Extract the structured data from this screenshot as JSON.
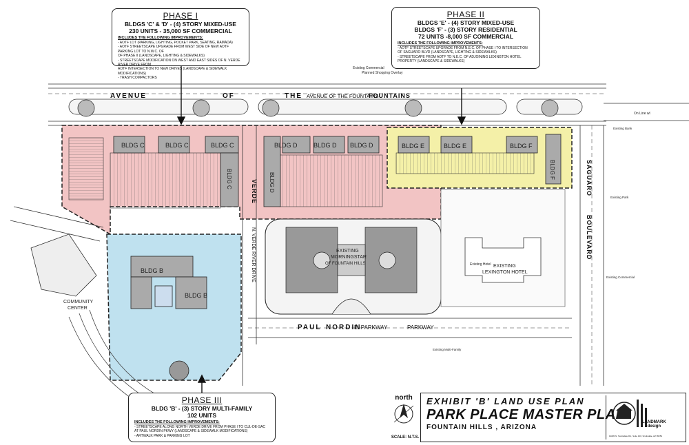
{
  "phase1": {
    "title": "PHASE I",
    "line1": "BLDGS 'C' & 'D' - (4) STORY MIXED-USE",
    "line2": "230 UNITS - 35,000 SF COMMERCIAL",
    "includes": "INCLUDES THE FOLLOWING IMPROVEMENTS:",
    "items": [
      "- AOTF LOT (PARKING, LIGHTING, POCKET PARK, SEATING, RAMADA)",
      "- AOTF STREETSCAPE UPGRADE FROM WEST SIDE OF NEW AOTF PARKING LOT TO N.W.C. OF",
      "   OF PHASE II (LANDSCAPE, LIGHTING & SIDEWALKS)",
      "- STREETSCAPE MODIFICATION ON WEST AND EAST SIDES OF N. VERDE RIVER DRIVE FROM",
      "   AOTF INTERSECTION TO NEW DRIVES (LANDSCAPE & SIDEWALK MODIFICATIONS)",
      "- TRASH COMPACTORS"
    ]
  },
  "phase2": {
    "title": "PHASE II",
    "line1": "BLDGS 'E' - (4) STORY MIXED-USE",
    "line2": "BLDGS 'F' - (3) STORY RESIDENTIAL",
    "line3": "72 UNITS -8,000 SF COMMERCIAL",
    "includes": "INCLUDES THE FOLLOWING IMPROVEMENTS:",
    "items": [
      "- AOTF STREETSCAPE UPGRADE FROM N.E.C. OF PHASE I TO INTERSECTION",
      "   OF SAGUARO BLVD (LANDSCAPE, LIGHTING & SIDEWALKS)",
      "- STREETSCAPE FROM AOTF TO N.E.C. OF ADJOINING LEXINGTON HOTEL",
      "   PROPERTY (LANDSCAPE & SIDEWALKS)"
    ]
  },
  "phase3": {
    "title": "PHASE III",
    "line1": "BLDG 'B' - (3) STORY MULTI-FAMILY",
    "line2": "102 UNITS",
    "includes": "INCLUDES THE FOLLOWING IMPROVEMENTS:",
    "items": [
      "- STREETSCAPE ALONG NORTH VERDE DRIVE FROM PHASE I TO CUL-DE-SAC",
      "   AT PAUL NORDIN PKWY (LANDSCAPE & SIDEWALK MODIFICATIONS)",
      "- ARTWALK PARK & PARKING LOT"
    ]
  },
  "streets": {
    "avenue": "AVENUE",
    "of": "OF",
    "the": "THE",
    "aotf": "AVENUE OF THE FOUNTAINS",
    "fountains": "FOUNTAINS",
    "paul": "PAUL",
    "nordin": "NORDIN",
    "parkway": "E. PARKWAY",
    "parkway2": "PARKWAY",
    "verde": "VERDE",
    "verde_drive": "N. VERDE RIVER DRIVE",
    "saguaro": "SAGUARO",
    "boulevard": "BOULEVARD"
  },
  "buildings": {
    "c": "BLDG C",
    "d": "BLDG D",
    "e": "BLDG E",
    "f": "BLDG F",
    "b": "BLDG B"
  },
  "labels": {
    "existing": "EXISTING",
    "morningstar": "MORNINGSTAR",
    "fountain_hills": "OF FOUNTAIN HILLS",
    "existing_hotel": "Existing Hotel",
    "lexington": "EXISTING",
    "lexington2": "LEXINGTON HOTEL",
    "community": "COMMUNITY",
    "center": "CENTER",
    "ex_commercial": "Existing Commercial",
    "planned_overlay": "Planned Shopping Overlay",
    "ex_bank": "Existing Bank",
    "ex_park": "Existing Park",
    "ex_commercial2": "Existing Commercial",
    "ex_multifamily": "Existing Multi-Family",
    "on_line": "On Line wl"
  },
  "title_block": {
    "exhibit": "EXHIBIT 'B' LAND USE PLAN",
    "project": "PARK PLACE MASTER PLAN",
    "location": "FOUNTAIN HILLS , ARIZONA",
    "firm1": "LANDMARK",
    "firm2": "design",
    "address": "14820 N. Scottsdale Rd., Suite 100, Scottsdale, AZ 85254"
  },
  "north": {
    "label": "north",
    "scale": "SCALE: N.T.S."
  },
  "colors": {
    "phase1": "#f2c4c4",
    "phase2": "#f4f0a8",
    "phase3": "#bfe1ef",
    "line": "#222222"
  }
}
